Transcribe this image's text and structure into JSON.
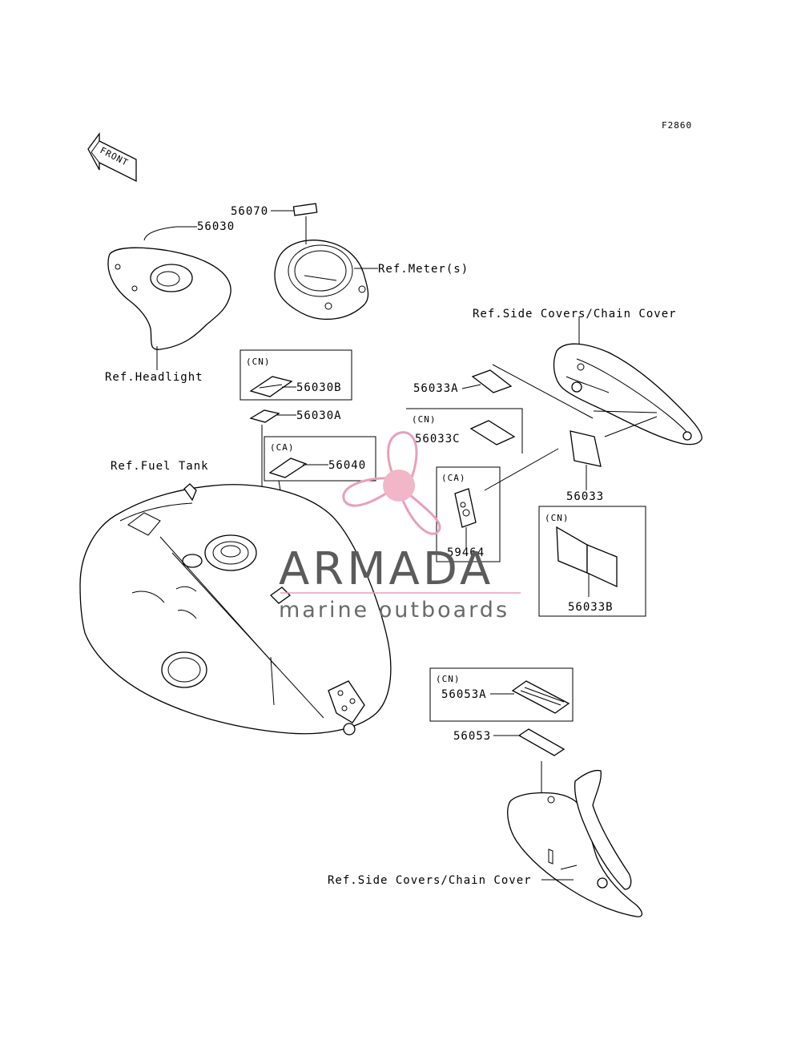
{
  "figure_code": "F2860",
  "front_arrow": "FRONT",
  "refs": {
    "headlight": "Ref.Headlight",
    "meter": "Ref.Meter(s)",
    "side_covers_top": "Ref.Side Covers/Chain Cover",
    "side_covers_bottom": "Ref.Side Covers/Chain Cover",
    "fuel_tank": "Ref.Fuel Tank"
  },
  "parts": {
    "p56070": "56070",
    "p56030": "56030",
    "p56030B": "56030B",
    "p56030A": "56030A",
    "p56040": "56040",
    "p56033A": "56033A",
    "p56033C": "56033C",
    "p59464": "59464",
    "p56033": "56033",
    "p56033B": "56033B",
    "p56053A": "56053A",
    "p56053": "56053"
  },
  "regions": {
    "cn_56030B": "(CN)",
    "ca_56040": "(CA)",
    "cn_56033C": "(CN)",
    "ca_59464": "(CA)",
    "cn_56033B": "(CN)",
    "cn_56053A": "(CN)"
  },
  "watermark": {
    "name": "ARMADA",
    "tagline": "marine outboards",
    "accent_color": "#e8a0b8"
  }
}
